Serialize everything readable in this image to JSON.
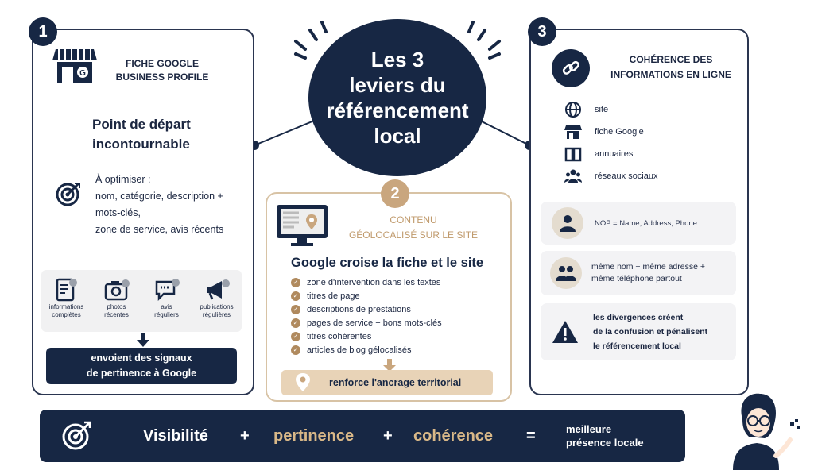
{
  "title": {
    "line1": "Les 3",
    "line2": "leviers du",
    "line3": "référencement",
    "line4": "local"
  },
  "card1": {
    "number": "1",
    "heading_line1": "FICHE GOOGLE",
    "heading_line2": "BUSINESS PROFILE",
    "point_line1": "Point de départ",
    "point_line2": "incontournable",
    "optimise_line1": "À optimiser :",
    "optimise_line2": "nom, catégorie, description +",
    "optimise_line3": "mots-clés,",
    "optimise_line4": "zone de service, avis récents",
    "signals": [
      {
        "line1": "informations",
        "line2": "complètes",
        "icon": "form-icon"
      },
      {
        "line1": "photos",
        "line2": "récentes",
        "icon": "camera-icon"
      },
      {
        "line1": "avis",
        "line2": "réguliers",
        "icon": "review-icon"
      },
      {
        "line1": "publications",
        "line2": "régulières",
        "icon": "megaphone-icon"
      }
    ],
    "banner_line1": "envoient des signaux",
    "banner_line2": "de pertinence à Google"
  },
  "card2": {
    "number": "2",
    "heading_line1": "CONTENU",
    "heading_line2": "GÉOLOCALISÉ SUR LE SITE",
    "subtitle": "Google croise la fiche et le site",
    "items": [
      "zone d'intervention dans les textes",
      "titres de page",
      "descriptions de prestations",
      "pages de service + bons mots-clés",
      "titres cohérentes",
      "articles de blog gélocalisés"
    ],
    "banner": "renforce l'ancrage territorial"
  },
  "card3": {
    "number": "3",
    "heading_line1": "COHÉRENCE DES",
    "heading_line2": "INFORMATIONS EN LIGNE",
    "channels": [
      {
        "label": "site",
        "icon": "globe-icon"
      },
      {
        "label": "fiche Google",
        "icon": "store-icon"
      },
      {
        "label": "annuaires",
        "icon": "book-icon"
      },
      {
        "label": "réseaux sociaux",
        "icon": "people-icon"
      }
    ],
    "nap": "NOP = Name, Address, Phone",
    "same_line1": "même nom + même adresse +",
    "same_line2": "même téléphone partout",
    "warn_line1": "les divergences créent",
    "warn_line2": "de la confusion et pénalisent",
    "warn_line3": "le référencement local"
  },
  "formula": {
    "visibility": "Visibilité",
    "plus1": "+",
    "pertinence": "pertinence",
    "plus2": "+",
    "coherence": "cohérence",
    "equals": "=",
    "result_line1": "meilleure",
    "result_line2": "présence locale"
  },
  "colors": {
    "navy": "#172744",
    "tan": "#c9a67e",
    "gold": "#d9b888"
  }
}
